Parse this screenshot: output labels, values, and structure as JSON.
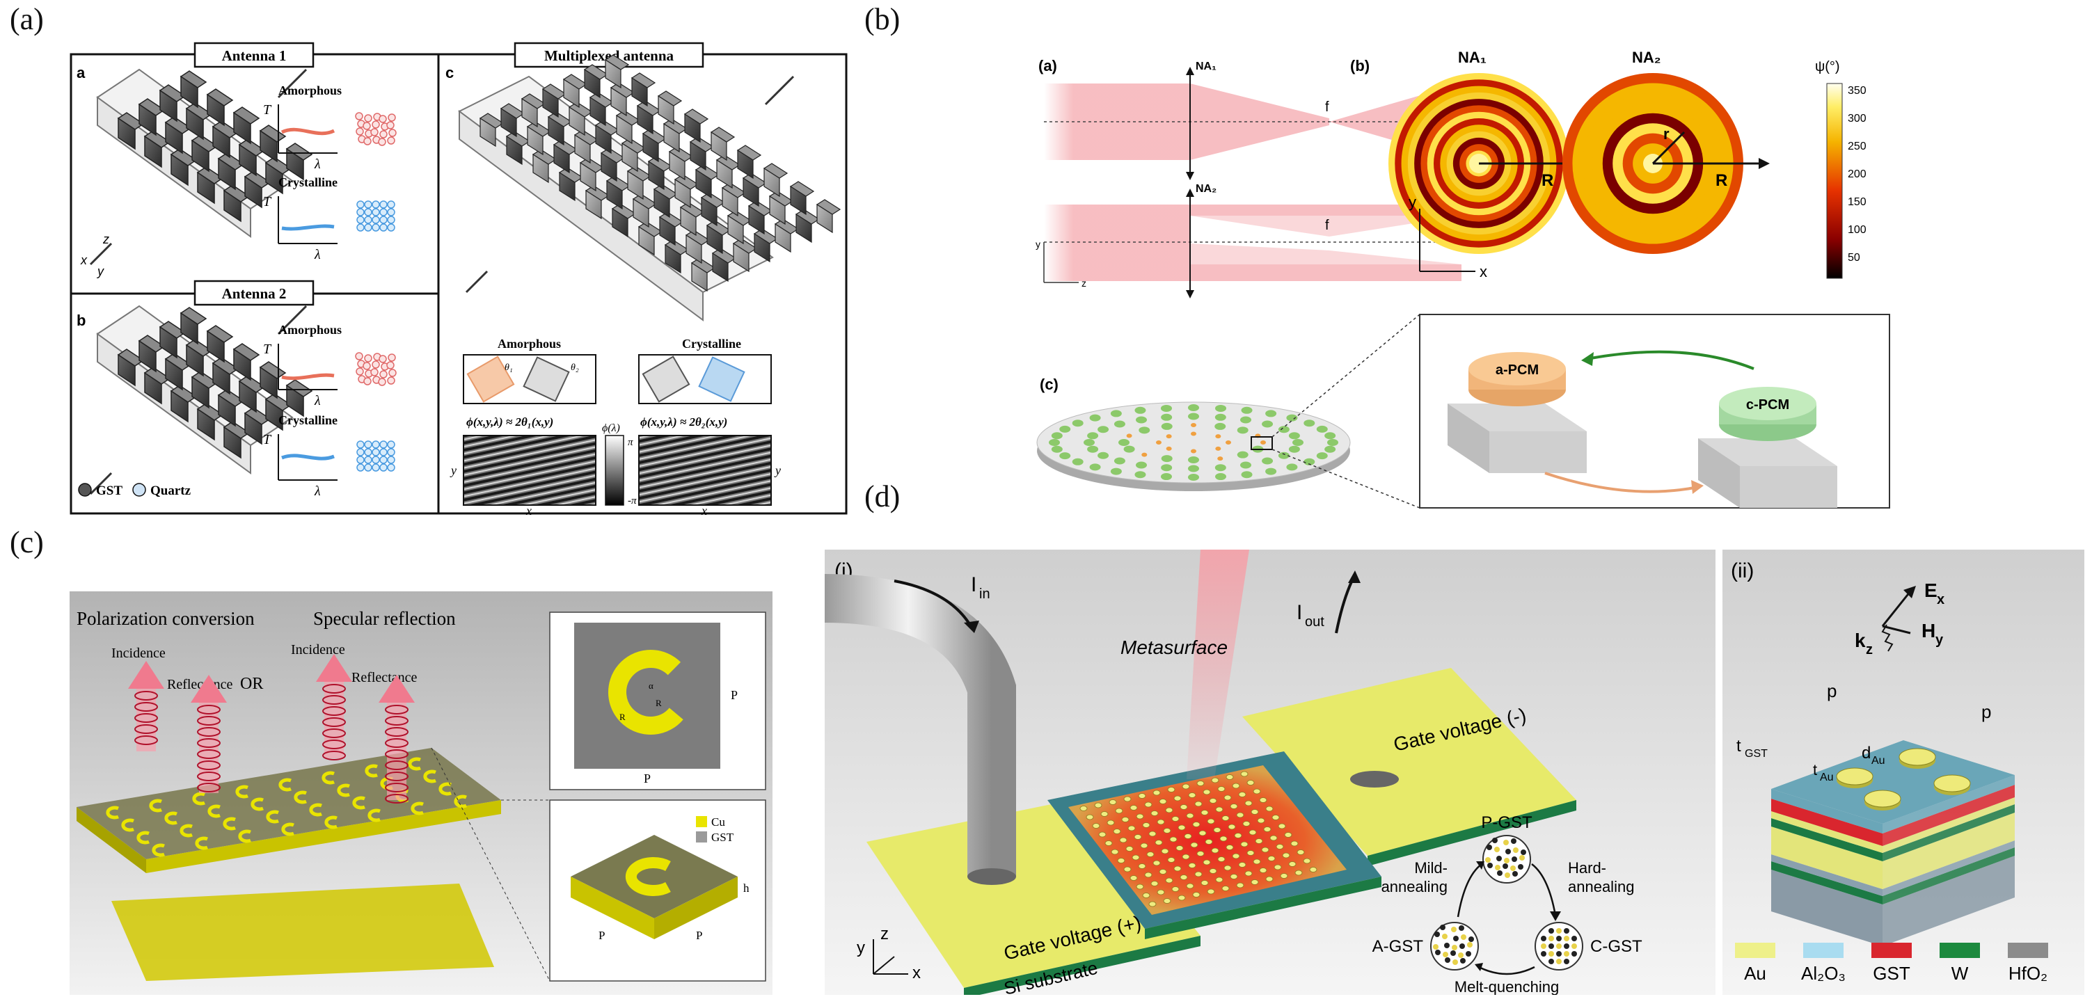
{
  "panel_letters": [
    "(a)",
    "(b)",
    "(c)",
    "(d)"
  ],
  "panel_a": {
    "box_antenna1": "Antenna 1",
    "box_antenna2": "Antenna 2",
    "box_multiplexed": "Multiplexed antenna",
    "sub_a": "a",
    "sub_b": "b",
    "sub_c": "c",
    "amorphous": "Amorphous",
    "crystalline": "Crystalline",
    "axis_T": "T",
    "axis_lambda": "λ",
    "axes_x": "x",
    "axes_y": "y",
    "axes_z": "z",
    "legend_gst": "GST",
    "legend_quartz": "Quartz",
    "phi1": "ϕ(x,y,λ) ≈ 2θ₁(x,y)",
    "phi2": "ϕ(x,y,λ) ≈ 2θ₂(x,y)",
    "theta1": "θ₁",
    "theta2": "θ₂",
    "colorbar_label": "ϕ(λ)",
    "colorbar_top": "π",
    "colorbar_bottom": "-π",
    "map_x": "x",
    "map_y": "y"
  },
  "panel_b": {
    "sub_a": "(a)",
    "sub_b": "(b)",
    "sub_c": "(c)",
    "na1": "NA₁",
    "na2": "NA₂",
    "f": "f",
    "axis_y": "y",
    "axis_z": "z",
    "axis_x": "x",
    "R": "R",
    "r": "r",
    "psi_label": "ψ(°)",
    "psi_ticks": [
      "350",
      "300",
      "250",
      "200",
      "150",
      "100",
      "50"
    ],
    "a_pcm": "a-PCM",
    "c_pcm": "c-PCM"
  },
  "panel_c": {
    "polarization": "Polarization conversion",
    "specular": "Specular reflection",
    "or": "OR",
    "incidence1": "Incidence",
    "reflectance1": "Reflectance",
    "incidence2": "Incidence",
    "reflectance2": "Reflectance",
    "P": "P",
    "h": "h",
    "alpha": "α",
    "r_out": "R",
    "r_in": "R",
    "legend_cu": "Cu",
    "legend_gst": "GST"
  },
  "panel_d": {
    "sub_i": "(i)",
    "sub_ii": "(ii)",
    "i_in": "I",
    "i_in_sub": "in",
    "i_out": "I",
    "i_out_sub": "out",
    "metasurface": "Metasurface",
    "gate_plus": "Gate voltage (+)",
    "gate_minus": "Gate voltage (-)",
    "si_substrate": "Si substrate",
    "p_gst": "P-GST",
    "a_gst": "A-GST",
    "c_gst": "C-GST",
    "mild": "Mild-",
    "mild2": "annealing",
    "hard": "Hard-",
    "hard2": "annealing",
    "melt": "Melt-quenching",
    "ax_y": "y",
    "ax_z": "z",
    "ax_x": "x",
    "Ex": "E",
    "Ex_sub": "x",
    "Hy": "H",
    "Hy_sub": "y",
    "kz": "k",
    "kz_sub": "z",
    "p1": "p",
    "p2": "p",
    "tgst": "t",
    "tgst_sub": "GST",
    "dau": "d",
    "dau_sub": "Au",
    "tau": "t",
    "tau_sub": "Au",
    "legend": [
      {
        "label": "Au",
        "color": "#eef08a"
      },
      {
        "label": "Al₂O₃",
        "color": "#a9dcf0"
      },
      {
        "label": "GST",
        "color": "#d9262e"
      },
      {
        "label": "W",
        "color": "#1c8a3e"
      },
      {
        "label": "HfO₂",
        "color": "#8c8c8c"
      }
    ]
  },
  "colors": {
    "gst_dark": "#3a3a3a",
    "amorphous_line": "#e8705a",
    "crystalline_line": "#4a9be0",
    "yellow_gate": "#e7ea6a",
    "green_layer": "#1c7a44",
    "laser_red": "#f3a5aa"
  }
}
